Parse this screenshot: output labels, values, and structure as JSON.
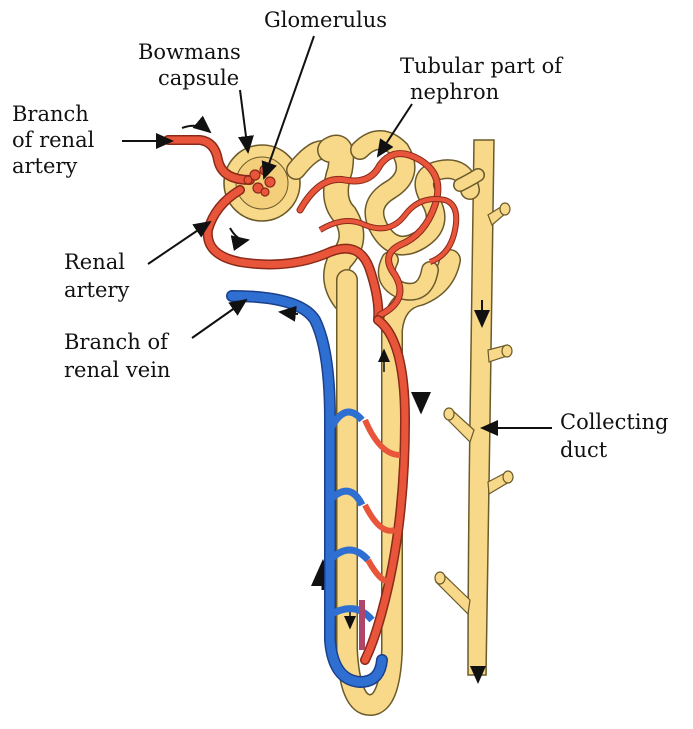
{
  "labels": {
    "glomerulus": "Glomerulus",
    "bowmans_capsule_1": "Bowmans",
    "bowmans_capsule_2": "capsule",
    "tubular_1": "Tubular part of",
    "tubular_2": "nephron",
    "branch_renal_artery_1": "Branch",
    "branch_renal_artery_2": "of renal",
    "branch_renal_artery_3": "artery",
    "renal_artery_1": "Renal",
    "renal_artery_2": "artery",
    "branch_renal_vein_1": "Branch of",
    "branch_renal_vein_2": "renal vein",
    "collecting_duct_1": "Collecting",
    "collecting_duct_2": "duct"
  },
  "colors": {
    "tubule": "#f8d98a",
    "tubule_outline": "#6b5a2a",
    "artery": "#e8553a",
    "vein": "#2e6fd1"
  }
}
